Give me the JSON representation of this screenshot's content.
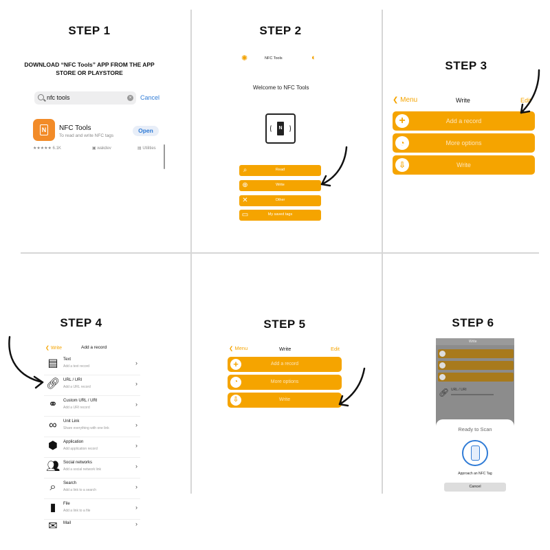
{
  "steps": {
    "s1": "STEP 1",
    "s2": "STEP 2",
    "s3": "STEP 3",
    "s4": "STEP 4",
    "s5": "STEP 5",
    "s6": "STEP 6"
  },
  "step1": {
    "heading": "DOWNLOAD “NFC Tools” APP FROM THE APP STORE OR PLAYSTORE",
    "search_value": "nfc tools",
    "cancel": "Cancel",
    "app_name": "NFC Tools",
    "app_desc": "To read and write NFC tags",
    "open": "Open",
    "rating": "★★★★★ 6.1K",
    "developer": "wakdev",
    "category": "Utilities"
  },
  "step2": {
    "app_title": "NFC Tools",
    "welcome": "Welcome to NFC Tools",
    "buttons": [
      "Read",
      "Write",
      "Other",
      "My saved tags"
    ]
  },
  "step3": {
    "back": "Menu",
    "title": "Write",
    "edit": "Edit",
    "buttons": [
      "Add a record",
      "More options",
      "Write"
    ]
  },
  "step4": {
    "back": "Write",
    "title": "Add a record",
    "records": [
      {
        "title": "Text",
        "desc": "Add a text record"
      },
      {
        "title": "URL / URI",
        "desc": "Add a URL record"
      },
      {
        "title": "Custom URL / URI",
        "desc": "Add a URI record"
      },
      {
        "title": "Unit Link",
        "desc": "Share everything with one link"
      },
      {
        "title": "Application",
        "desc": "Add application record"
      },
      {
        "title": "Social networks",
        "desc": "Add a social network link"
      },
      {
        "title": "Search",
        "desc": "Add a link to a search"
      },
      {
        "title": "File",
        "desc": "Add a link to a file"
      },
      {
        "title": "Mail",
        "desc": ""
      }
    ]
  },
  "step5": {
    "back": "Menu",
    "title": "Write",
    "edit": "Edit",
    "buttons": [
      "Add a record",
      "More options",
      "Write"
    ]
  },
  "step6": {
    "nav_title": "Write",
    "url_label": "URL / URI",
    "ready": "Ready to Scan",
    "approach": "Approach an NFC Tag",
    "cancel": "Cancel"
  },
  "colors": {
    "accent": "#f5a400",
    "link_blue": "#2f7bd6"
  }
}
